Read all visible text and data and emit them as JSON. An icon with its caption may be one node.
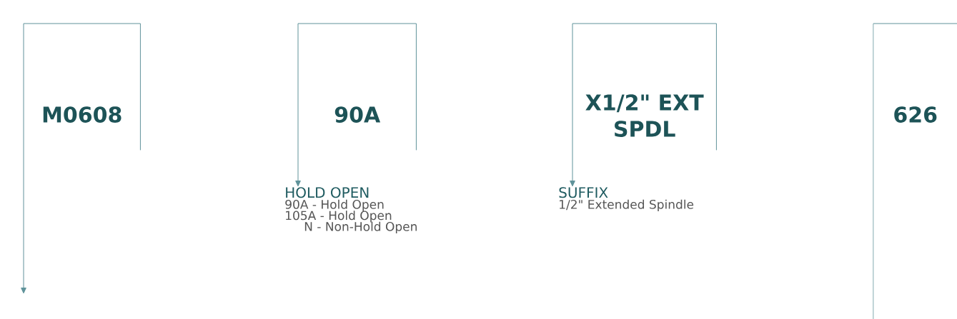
{
  "diagram": {
    "nodes": [
      {
        "text": [
          "M0608"
        ]
      },
      {
        "text": [
          "90A"
        ]
      },
      {
        "text": [
          "X1/2\" EXT SPDL"
        ]
      },
      {
        "text": [
          "626"
        ]
      },
      {
        "text": [
          "HOLD OPEN",
          "90A - Hold Open",
          "105A - Hold Open",
          "N - Non-Hold Open"
        ]
      },
      {
        "text": [
          "SUFFIX",
          "1/2\" Extended Spindle"
        ]
      }
    ],
    "edges": [
      {
        "from": 0,
        "to": null,
        "arrow": "to"
      },
      {
        "from": 1,
        "to": 4,
        "arrow": "to"
      },
      {
        "from": 2,
        "to": 5,
        "arrow": "to"
      },
      {
        "from": 3,
        "to": null,
        "arrow": "none"
      }
    ]
  }
}
